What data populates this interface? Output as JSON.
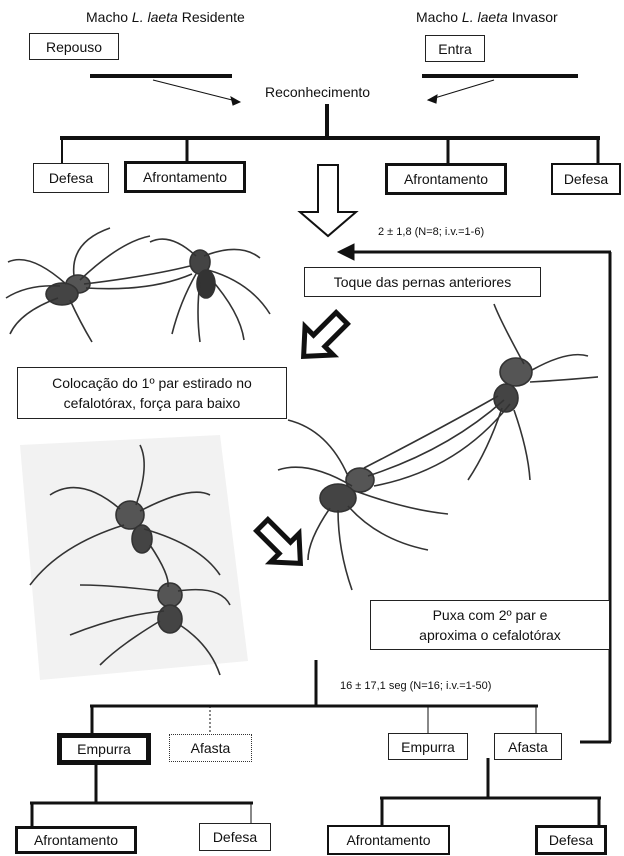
{
  "headers": {
    "resident": {
      "prefix": "Macho ",
      "species": "L. laeta",
      "suffix": " Residente"
    },
    "intruder": {
      "prefix": "Macho ",
      "species": "L. laeta",
      "suffix": " Invasor"
    }
  },
  "nodes": {
    "repouso": "Repouso",
    "entra": "Entra",
    "reconhecimento": "Reconhecimento",
    "defesa_left": "Defesa",
    "afrontamento_left": "Afrontamento",
    "afrontamento_right": "Afrontamento",
    "defesa_right": "Defesa",
    "toque": "Toque das pernas anteriores",
    "colocacao_line1": "Colocação do 1º par estirado no",
    "colocacao_line2": "cefalotórax, força para baixo",
    "puxa_line1": "Puxa com 2º par e",
    "puxa_line2": "aproxima o cefalotórax",
    "empurra_left": "Empurra",
    "afasta_left": "Afasta",
    "empurra_right": "Empurra",
    "afasta_right": "Afasta",
    "afrontamento_bl": "Afrontamento",
    "defesa_bl": "Defesa",
    "afrontamento_br": "Afrontamento",
    "defesa_br": "Defesa"
  },
  "stats": {
    "toque": "2 ±  1,8  (N=8; i.v.=1-6)",
    "puxa": "16 ±  17,1 seg (N=16; i.v.=1-50)"
  },
  "colors": {
    "ink": "#111111",
    "paper": "#ffffff"
  }
}
